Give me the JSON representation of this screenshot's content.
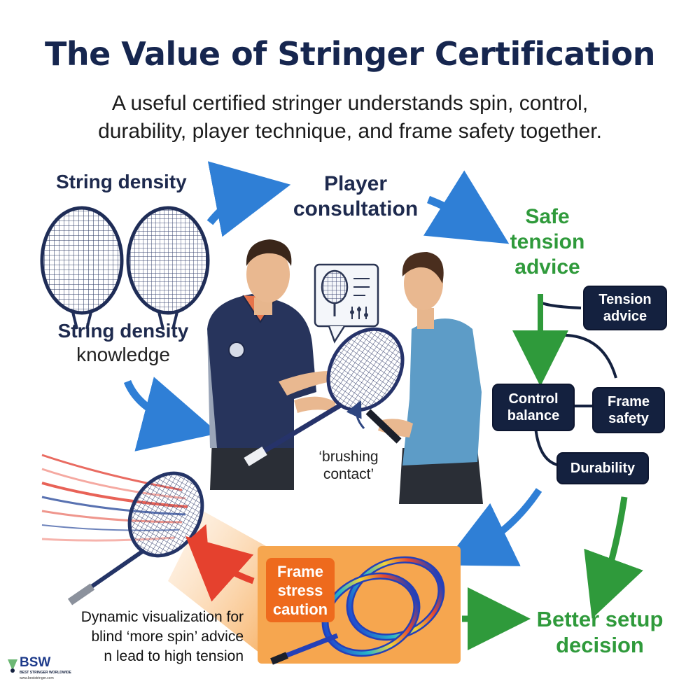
{
  "title": "The Value of Stringer Certification",
  "subtitle_line1": "A useful certified stringer understands spin, control,",
  "subtitle_line2": "durability, player technique, and frame safety together.",
  "labels": {
    "string_density": "String density",
    "string_density_knowledge_1": "String density",
    "string_density_knowledge_2": "knowledge",
    "player_consultation_1": "Player",
    "player_consultation_2": "consultation",
    "safe_tension_1": "Safe",
    "safe_tension_2": "tension",
    "safe_tension_3": "advice",
    "brushing_1": "‘brushing",
    "brushing_2": "contact’",
    "better_setup_1": "Better setup",
    "better_setup_2": "decision"
  },
  "boxes": {
    "tension_advice_1": "Tension",
    "tension_advice_2": "advice",
    "control_balance_1": "Control",
    "control_balance_2": "balance",
    "frame_safety_1": "Frame",
    "frame_safety_2": "safety",
    "durability": "Durability",
    "frame_stress_1": "Frame",
    "frame_stress_2": "stress",
    "frame_stress_3": "caution"
  },
  "caption": {
    "line1": "Dynamic visualization for",
    "line2": "blind ‘more spin’ advice",
    "line3": "n lead to high tension"
  },
  "logo": {
    "mark": "BSW",
    "tagline": "BEST STRINGER WORLDWIDE",
    "url": "www.beststringer.com"
  },
  "colors": {
    "navy": "#14213f",
    "green": "#2f9a3b",
    "blue_arrow": "#2f7fd6",
    "red_arrow": "#e5412e",
    "orange": "#f6a64f"
  }
}
